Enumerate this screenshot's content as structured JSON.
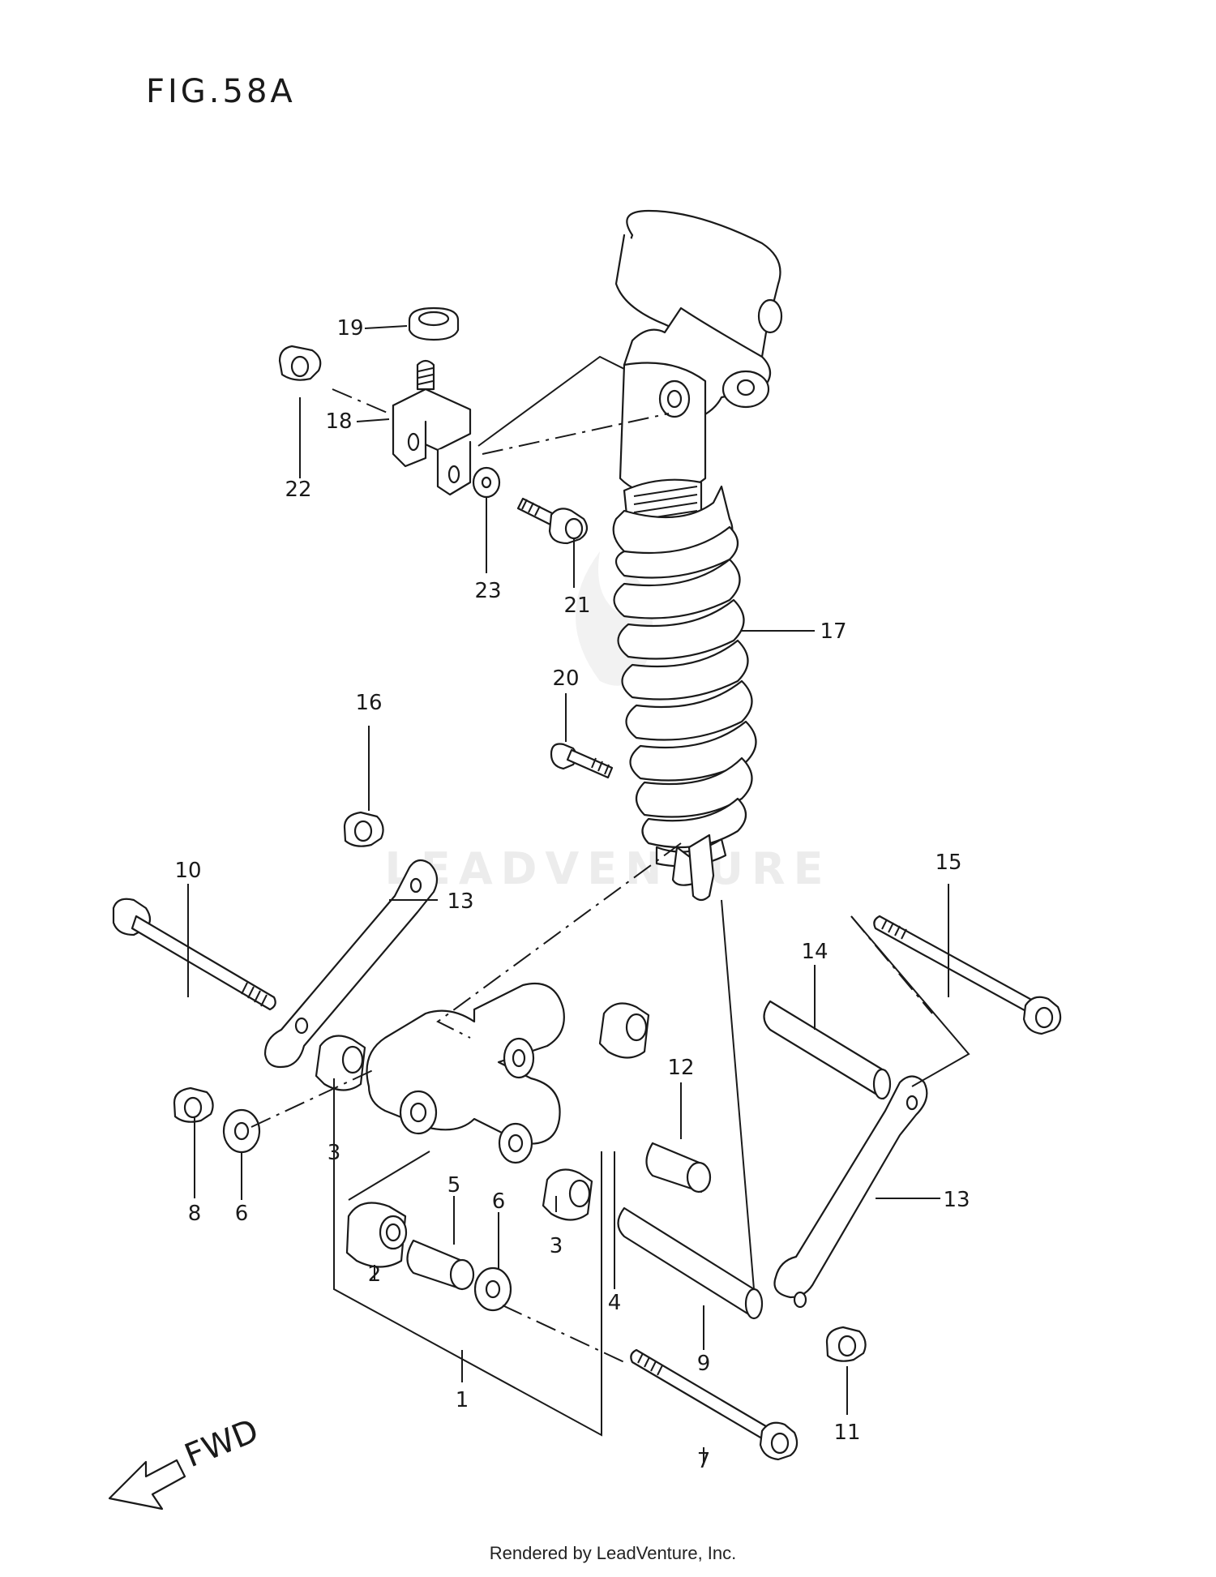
{
  "figure": {
    "title": "FIG.58A",
    "fwd_label": "FWD",
    "watermark": "LEADVENTURE",
    "footer": "Rendered by LeadVenture, Inc."
  },
  "callouts": [
    "1",
    "2",
    "3",
    "3",
    "4",
    "5",
    "6",
    "6",
    "7",
    "8",
    "9",
    "10",
    "11",
    "12",
    "13",
    "13",
    "14",
    "15",
    "16",
    "17",
    "18",
    "19",
    "20",
    "21",
    "22",
    "23"
  ],
  "colors": {
    "line": "#1a1a1a",
    "background": "#ffffff",
    "watermark": "#ececec"
  }
}
